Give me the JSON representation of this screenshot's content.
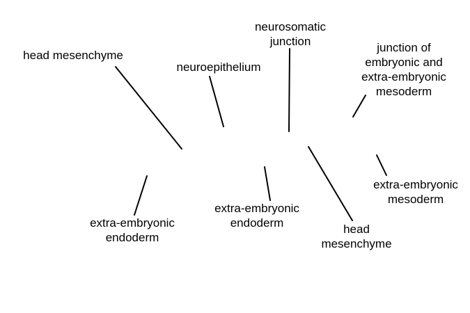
{
  "diagram": {
    "labels": [
      {
        "id": "head-mesenchyme-left",
        "text": "head mesenchyme"
      },
      {
        "id": "neuroepithelium",
        "text": "neuroepithelium"
      },
      {
        "id": "neurosomatic-junction",
        "text": "neurosomatic\njunction"
      },
      {
        "id": "junction-embryonic",
        "text": "junction of\nembryonic and\nextra-embryonic\nmesoderm"
      },
      {
        "id": "extra-embryonic-meso",
        "text": "extra-embryonic\nmesoderm"
      },
      {
        "id": "head-mesenchyme-right",
        "text": "head\nmesenchyme"
      },
      {
        "id": "extra-endoderm-mid",
        "text": "extra-embryonic\nendoderm"
      },
      {
        "id": "extra-endoderm-left",
        "text": "extra-embryonic\nendoderm"
      }
    ],
    "line_color": "#000000",
    "text_color": "#000000",
    "background": "#ffffff"
  }
}
